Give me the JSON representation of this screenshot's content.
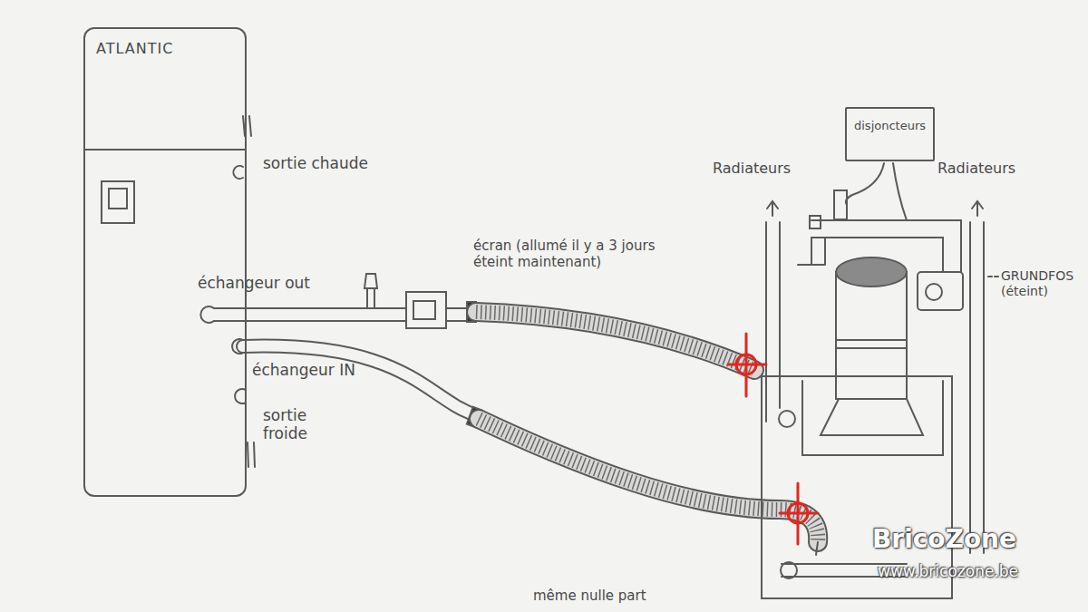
{
  "diagram": {
    "nodes": [
      {
        "text": [
          "ATLANTIC"
        ]
      },
      {
        "text": [
          "disjoncteurs"
        ]
      }
    ],
    "labels": [
      "sortie chaude",
      "échangeur out",
      "échangeur IN",
      "sortie froide",
      "écran (allumé il y a 3 jours éteint maintenant)",
      "Radiateurs",
      "Radiateurs",
      "GRUNDFOS (éteint)",
      "même nulle part",
      "BricoZone",
      "www.bricozone.be"
    ]
  }
}
